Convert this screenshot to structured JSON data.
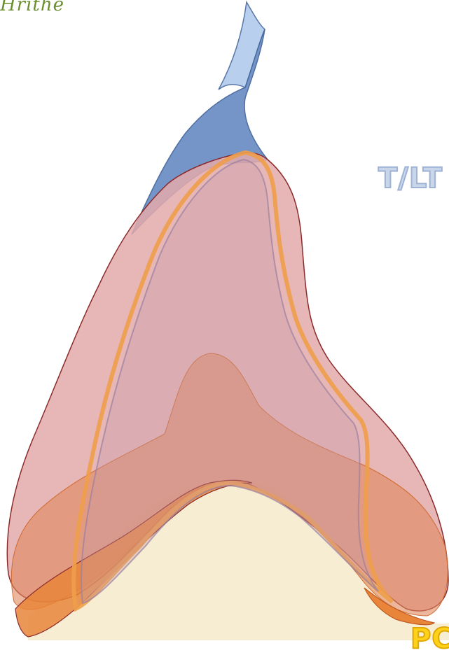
{
  "top_left_script": "Hrithe",
  "right_label": "T/LT",
  "bottom_right_label": "PC",
  "colors": {
    "script_green": "#6b8e2f",
    "blue_fill": "#5f86bd",
    "blue_light": "#b8d0ee",
    "pink_fill": "#e3aaaa",
    "pink_stroke": "#8b2a2a",
    "orange_line": "#ee9e4a",
    "orange_blob": "#e0875c",
    "cream": "#f6edd3",
    "label_blue": "#c9d6ea",
    "label_yellow": "#ffd21a"
  }
}
